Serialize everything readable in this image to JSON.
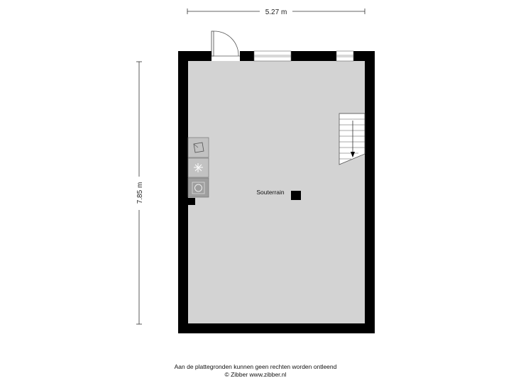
{
  "dimensions": {
    "width_label": "5.27 m",
    "height_label": "7.85 m"
  },
  "room": {
    "label": "Souterrain"
  },
  "footer": {
    "line1": "Aan de plattegronden kunnen geen rechten worden ontleend",
    "line2": "© Zibber www.zibber.nl"
  },
  "colors": {
    "wall": "#000000",
    "floor": "#d3d3d3",
    "fixture": "#c2c2c2"
  }
}
